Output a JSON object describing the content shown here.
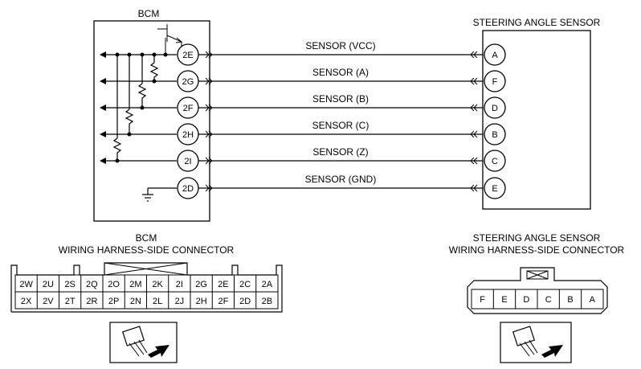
{
  "bcm": {
    "title": "BCM",
    "pins": [
      "2E",
      "2G",
      "2F",
      "2H",
      "2I",
      "2D"
    ]
  },
  "sensor": {
    "title": "STEERING ANGLE SENSOR",
    "pins": [
      "A",
      "F",
      "D",
      "B",
      "C",
      "E"
    ]
  },
  "wires": [
    "SENSOR (VCC)",
    "SENSOR (A)",
    "SENSOR (B)",
    "SENSOR (C)",
    "SENSOR (Z)",
    "SENSOR (GND)"
  ],
  "bcm_connector": {
    "title_line1": "BCM",
    "title_line2": "WIRING HARNESS-SIDE CONNECTOR",
    "row1": [
      "2W",
      "2U",
      "2S",
      "2Q",
      "2O",
      "2M",
      "2K",
      "2I",
      "2G",
      "2E",
      "2C",
      "2A"
    ],
    "row2": [
      "2X",
      "2V",
      "2T",
      "2R",
      "2P",
      "2N",
      "2L",
      "2J",
      "2H",
      "2F",
      "2D",
      "2B"
    ]
  },
  "sensor_connector": {
    "title_line1": "STEERING ANGLE SENSOR",
    "title_line2": "WIRING HARNESS-SIDE CONNECTOR",
    "pins": [
      "F",
      "E",
      "D",
      "C",
      "B",
      "A"
    ]
  },
  "icons": {
    "view_direction": "connector-view-icon",
    "ground": "ground-icon",
    "transistor": "transistor-icon",
    "resistor": "resistor-icon"
  }
}
